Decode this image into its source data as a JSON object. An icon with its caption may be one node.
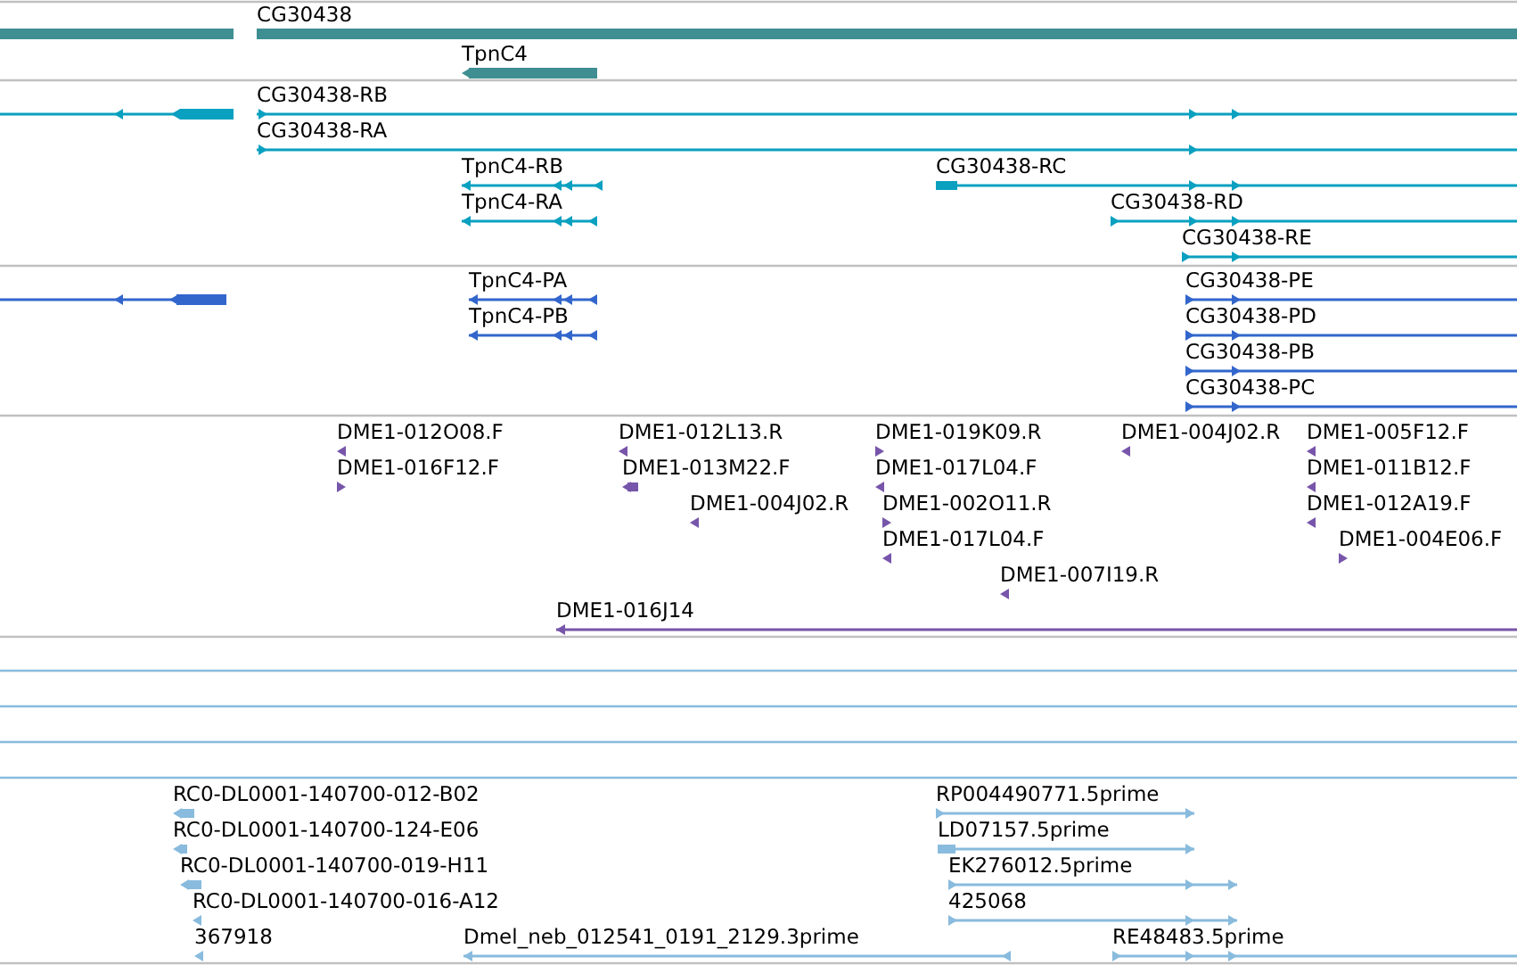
{
  "diagram": {
    "labels": [
      "CG30438",
      "TpnC4",
      "CG30438-RB",
      "CG30438-RA",
      "TpnC4-RB",
      "CG30438-RC",
      "TpnC4-RA",
      "CG30438-RD",
      "CG30438-RE",
      "TpnC4-PA",
      "CG30438-PE",
      "TpnC4-PB",
      "CG30438-PD",
      "CG30438-PB",
      "CG30438-PC",
      "DME1-012O08.F",
      "DME1-012L13.R",
      "DME1-019K09.R",
      "DME1-004J02.R",
      "DME1-005F12.F",
      "DME1-016F12.F",
      "DME1-013M22.F",
      "DME1-017L04.F",
      "DME1-011B12.F",
      "DME1-004J02.R",
      "DME1-002O11.R",
      "DME1-012A19.F",
      "DME1-017L04.F",
      "DME1-004E06.F",
      "DME1-007I19.R",
      "DME1-016J14",
      "RC0-DL0001-140700-012-B02",
      "RP004490771.5prime",
      "RC0-DL0001-140700-124-E06",
      "LD07157.5prime",
      "RC0-DL0001-140700-019-H11",
      "EK276012.5prime",
      "RC0-DL0001-140700-016-A12",
      "425068",
      "367918",
      "Dmel_neb_012541_0191_2129.3prime",
      "RE48483.5prime"
    ]
  }
}
